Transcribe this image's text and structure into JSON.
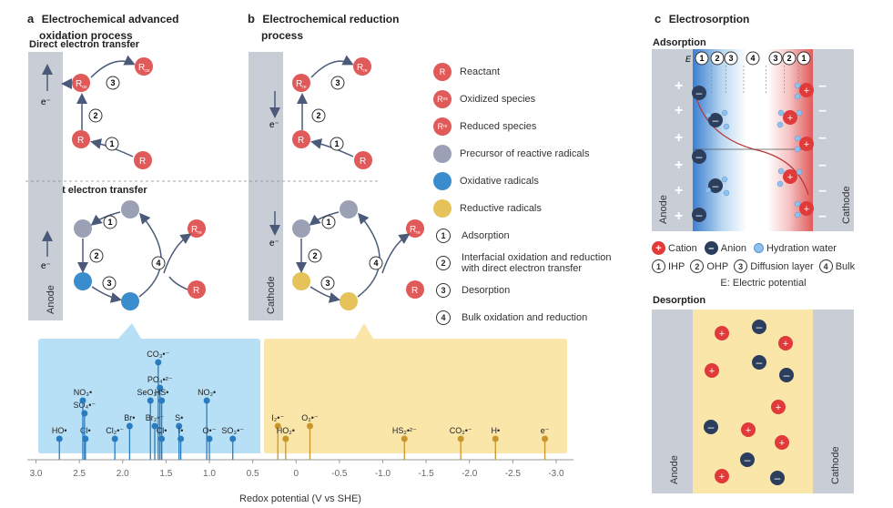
{
  "panel_a": {
    "letter": "a",
    "title_line1": "Electrochemical advanced",
    "title_line2": "oxidation process",
    "direct_label": "Direct electron transfer",
    "indirect_label": "Indirect electron transfer",
    "electrode": "Anode",
    "electron": "e⁻"
  },
  "panel_b": {
    "letter": "b",
    "title_line1": "Electrochemical reduction",
    "title_line2": "process",
    "electrode": "Cathode",
    "electron": "e⁻"
  },
  "species": {
    "R": "R",
    "Rox": "R",
    "Rox_sub": "ox",
    "Rre": "R",
    "Rre_sub": "re"
  },
  "steps": [
    "1",
    "2",
    "3",
    "4"
  ],
  "legend": {
    "items": [
      {
        "label": "Reactant",
        "color": "#e05a5a"
      },
      {
        "label": "Oxidized species",
        "color": "#e05a5a"
      },
      {
        "label": "Reduced species",
        "color": "#e05a5a"
      },
      {
        "label": "Precursor of reactive radicals",
        "color": "#9ba0b4"
      },
      {
        "label": "Oxidative radicals",
        "color": "#3b8ccc"
      },
      {
        "label": "Reductive radicals",
        "color": "#e6c25a"
      }
    ],
    "steps": [
      {
        "num": "1",
        "line1": "Adsorption",
        "line2": ""
      },
      {
        "num": "2",
        "line1": "Interfacial oxidation and reduction",
        "line2": "with direct electron transfer"
      },
      {
        "num": "3",
        "line1": "Desorption",
        "line2": ""
      },
      {
        "num": "4",
        "line1": "Bulk oxidation and reduction",
        "line2": ""
      }
    ]
  },
  "panel_c": {
    "letter": "c",
    "title": "Electrosorption",
    "adsorption": "Adsorption",
    "desorption": "Desorption",
    "anode": "Anode",
    "cathode": "Cathode",
    "e_label": "E",
    "layer_labels": [
      "1",
      "2",
      "3",
      "4",
      "3",
      "2",
      "1"
    ],
    "legend_row1": [
      {
        "label": "Cation"
      },
      {
        "label": "Anion"
      },
      {
        "label": "Hydration water"
      }
    ],
    "legend_row2": [
      {
        "num": "1",
        "label": "IHP"
      },
      {
        "num": "2",
        "label": "OHP"
      },
      {
        "num": "3",
        "label": "Diffusion layer"
      },
      {
        "num": "4",
        "label": "Bulk"
      }
    ],
    "e_note": "E: Electric potential"
  },
  "chart_data": {
    "type": "scatter",
    "xlabel": "Redox potential (V vs SHE)",
    "ticks": [
      "3.0",
      "2.5",
      "2.0",
      "1.5",
      "1.0",
      "0.5",
      "0",
      "-0.5",
      "-1.0",
      "-1.5",
      "-2.0",
      "-2.5",
      "-3.0"
    ],
    "tick_values": [
      3.0,
      2.5,
      2.0,
      1.5,
      1.0,
      0.5,
      0,
      -0.5,
      -1.0,
      -1.5,
      -2.0,
      -2.5,
      -3.0
    ],
    "xlim": [
      3.1,
      -3.2
    ],
    "oxidative": [
      {
        "label": "HO•",
        "x": 2.73,
        "level": 1
      },
      {
        "label": "Cl•",
        "x": 2.43,
        "level": 1
      },
      {
        "label": "SO₄•⁻",
        "x": 2.44,
        "level": 3
      },
      {
        "label": "NO₃•",
        "x": 2.46,
        "level": 4
      },
      {
        "label": "Cl₂•⁻",
        "x": 2.09,
        "level": 1
      },
      {
        "label": "Br•",
        "x": 1.92,
        "level": 2
      },
      {
        "label": "SeO₃•⁻",
        "x": 1.68,
        "level": 4
      },
      {
        "label": "Br₂•⁻",
        "x": 1.63,
        "level": 2
      },
      {
        "label": "CO₃•⁻",
        "x": 1.59,
        "level": 7
      },
      {
        "label": "PO₄•²⁻",
        "x": 1.57,
        "level": 5
      },
      {
        "label": "HS•",
        "x": 1.55,
        "level": 4
      },
      {
        "label": "Cl•",
        "x": 1.55,
        "level": 1
      },
      {
        "label": "S•",
        "x": 1.35,
        "level": 2
      },
      {
        "label": "I•",
        "x": 1.33,
        "level": 1
      },
      {
        "label": "NO₂•",
        "x": 1.03,
        "level": 4
      },
      {
        "label": "O•⁻",
        "x": 1.0,
        "level": 1
      },
      {
        "label": "SO₃•⁻",
        "x": 0.73,
        "level": 1
      }
    ],
    "reductive": [
      {
        "label": "I₂•⁻",
        "x": 0.21,
        "level": 2
      },
      {
        "label": "HO₂•",
        "x": 0.12,
        "level": 1
      },
      {
        "label": "O₂•⁻",
        "x": -0.16,
        "level": 2
      },
      {
        "label": "HS₂•²⁻",
        "x": -1.25,
        "level": 1
      },
      {
        "label": "CO₂•⁻",
        "x": -1.9,
        "level": 1
      },
      {
        "label": "H•",
        "x": -2.3,
        "level": 1
      },
      {
        "label": "e⁻",
        "x": -2.87,
        "level": 1
      }
    ]
  }
}
